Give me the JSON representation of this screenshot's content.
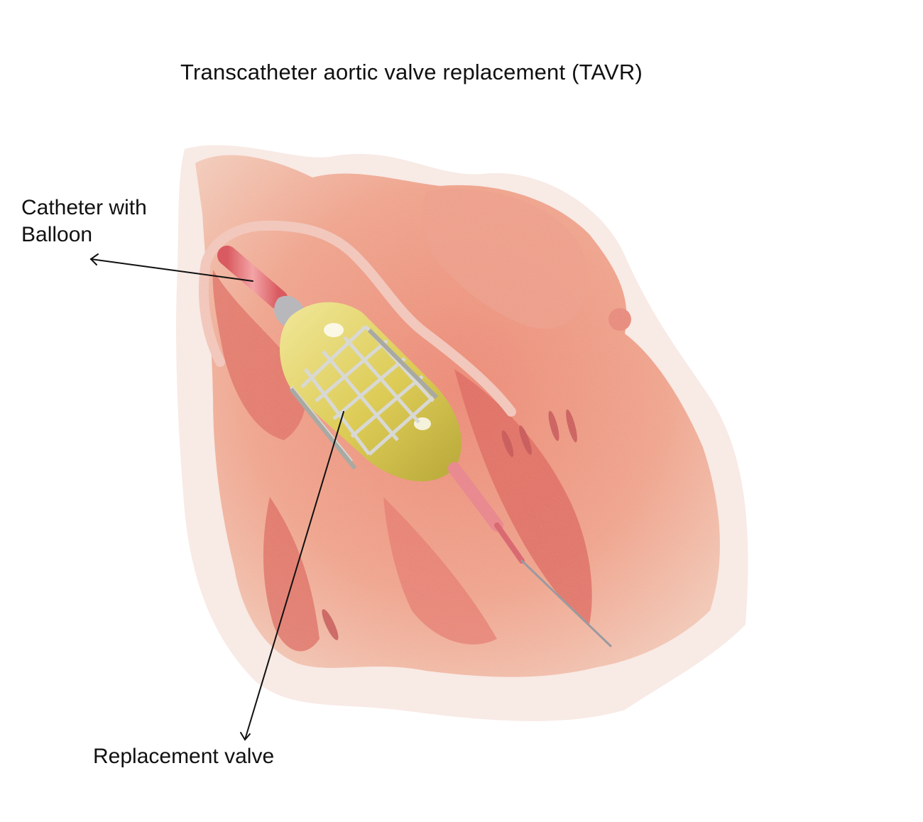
{
  "title": "Transcatheter aortic valve replacement (TAVR)",
  "labels": {
    "catheter_line1": "Catheter with",
    "catheter_line2": "Balloon",
    "valve": "Replacement valve"
  },
  "colors": {
    "tissue_light": "#f4a38c",
    "tissue_mid": "#ea7968",
    "tissue_dark": "#d85752",
    "balloon": "#e0cf5a",
    "stent": "#c9c9c4",
    "catheter": "#e97b80",
    "arrow": "#111111"
  }
}
